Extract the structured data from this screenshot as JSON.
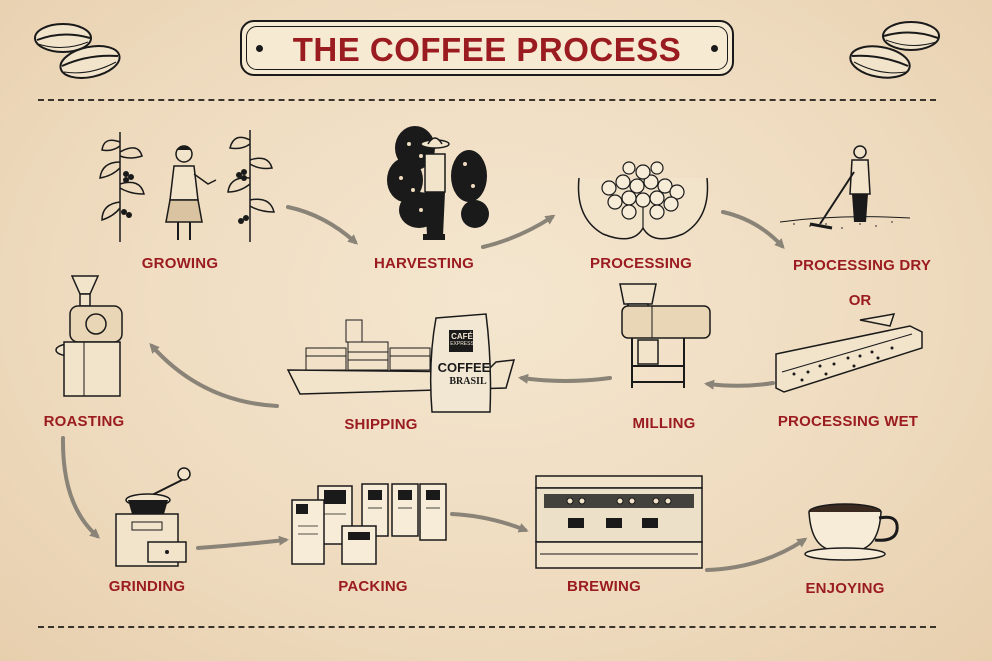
{
  "title": "THE COFFEE PROCESS",
  "stages": {
    "growing": "GROWING",
    "harvesting": "HARVESTING",
    "processing": "PROCESSING",
    "processing_dry": "PROCESSING DRY",
    "or": "OR",
    "processing_wet": "PROCESSING WET",
    "milling": "MILLING",
    "shipping": "SHIPPING",
    "roasting": "ROASTING",
    "grinding": "GRINDING",
    "packing": "PACKING",
    "brewing": "BREWING",
    "enjoying": "ENJOYING"
  },
  "sack_text": {
    "brand_line1": "CAFÉ",
    "brand_line2": "EXPRESS",
    "product": "COFFEE",
    "origin": "BRASIL"
  },
  "colors": {
    "background": "#efdcc0",
    "label_red": "#9b1c20",
    "ink": "#1a1a1a",
    "arrow_gray": "#8a8377"
  }
}
